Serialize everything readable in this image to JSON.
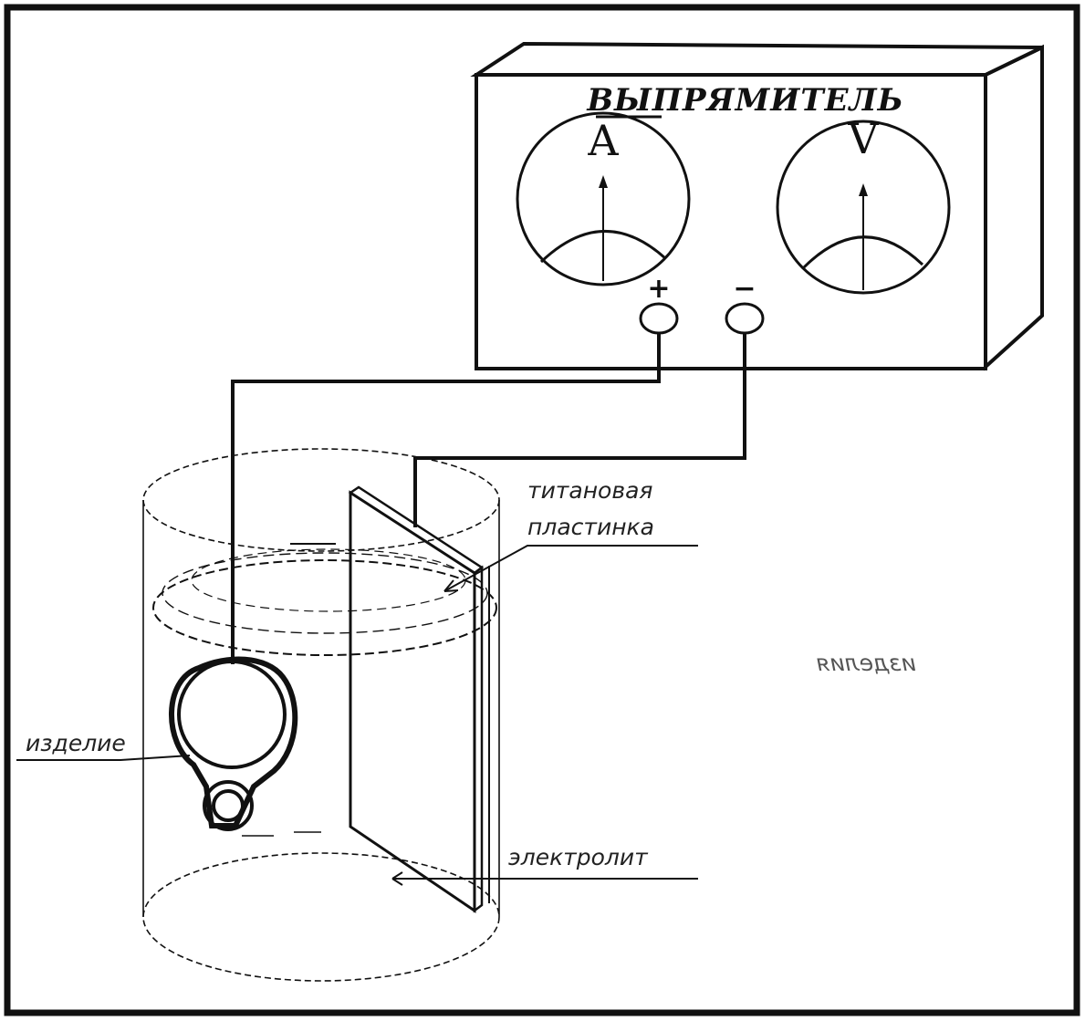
{
  "title": "ВЫПРЯМИТЕЛЬ",
  "meters": {
    "ammeter": "A",
    "voltmeter": "V"
  },
  "terminals": {
    "plus": "+",
    "minus": "−"
  },
  "labels": {
    "titanium_line1": "титановая",
    "titanium_line2": "пластинка",
    "product": "изделие",
    "electrolyte": "электролит",
    "product_mirrored": "изделия"
  },
  "colors": {
    "ink": "#111111",
    "background": "#ffffff"
  }
}
